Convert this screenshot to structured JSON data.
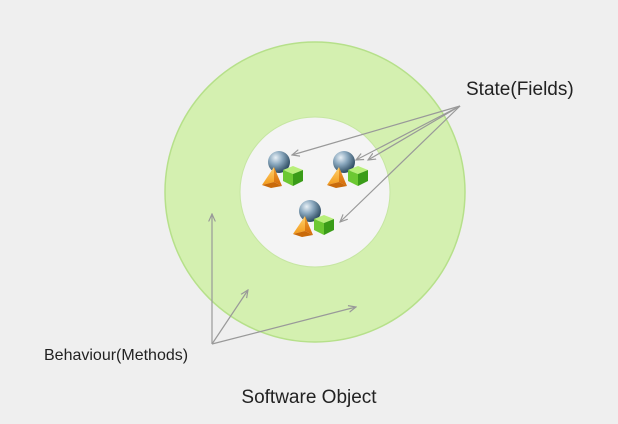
{
  "labels": {
    "state": "State(Fields)",
    "behaviour": "Behaviour(Methods)",
    "object": "Software Object"
  },
  "colors": {
    "background": "#efefef",
    "outer_ring_fill": "#d4f0b0",
    "outer_ring_stroke": "#b6e08a",
    "inner_circle_fill": "#f4f4f4",
    "arrow": "#999999",
    "sphere": "#5a7f99",
    "pyramid": "#f29a1c",
    "cube": "#5cbf2a"
  },
  "icons": [
    "state-object-icon",
    "state-object-icon",
    "state-object-icon"
  ]
}
